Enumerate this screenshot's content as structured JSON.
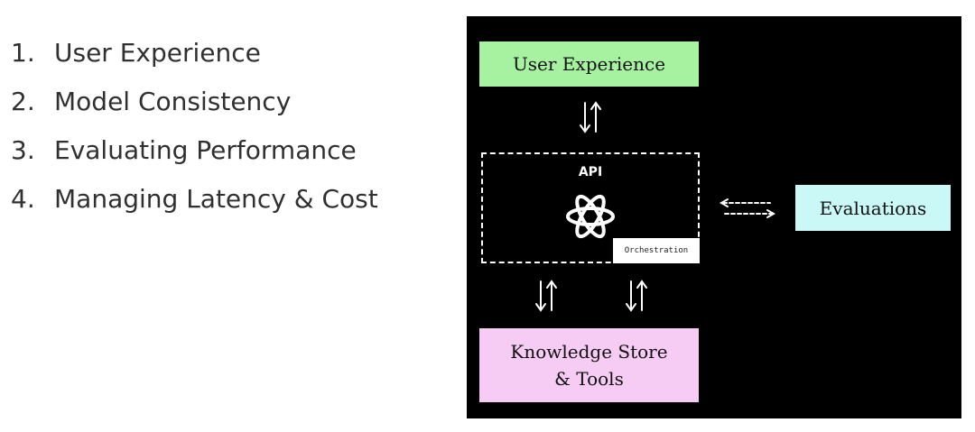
{
  "list": {
    "items": [
      {
        "num": "1.",
        "label": "User Experience"
      },
      {
        "num": "2.",
        "label": "Model Consistency"
      },
      {
        "num": "3.",
        "label": "Evaluating Performance"
      },
      {
        "num": "4.",
        "label": "Managing Latency & Cost"
      }
    ]
  },
  "diagram": {
    "user_experience": "User Experience",
    "api_label": "API",
    "orchestration": "Orchestration",
    "evaluations": "Evaluations",
    "knowledge_store_line1": "Knowledge Store",
    "knowledge_store_line2": "& Tools",
    "icons": [
      "openai-logo-icon",
      "up-down-arrows-icon",
      "left-right-dashed-arrows-icon"
    ],
    "colors": {
      "background": "#000000",
      "user_experience": "#a6f2a0",
      "evaluations": "#c9f8f6",
      "knowledge_store": "#f6cbf4"
    }
  }
}
